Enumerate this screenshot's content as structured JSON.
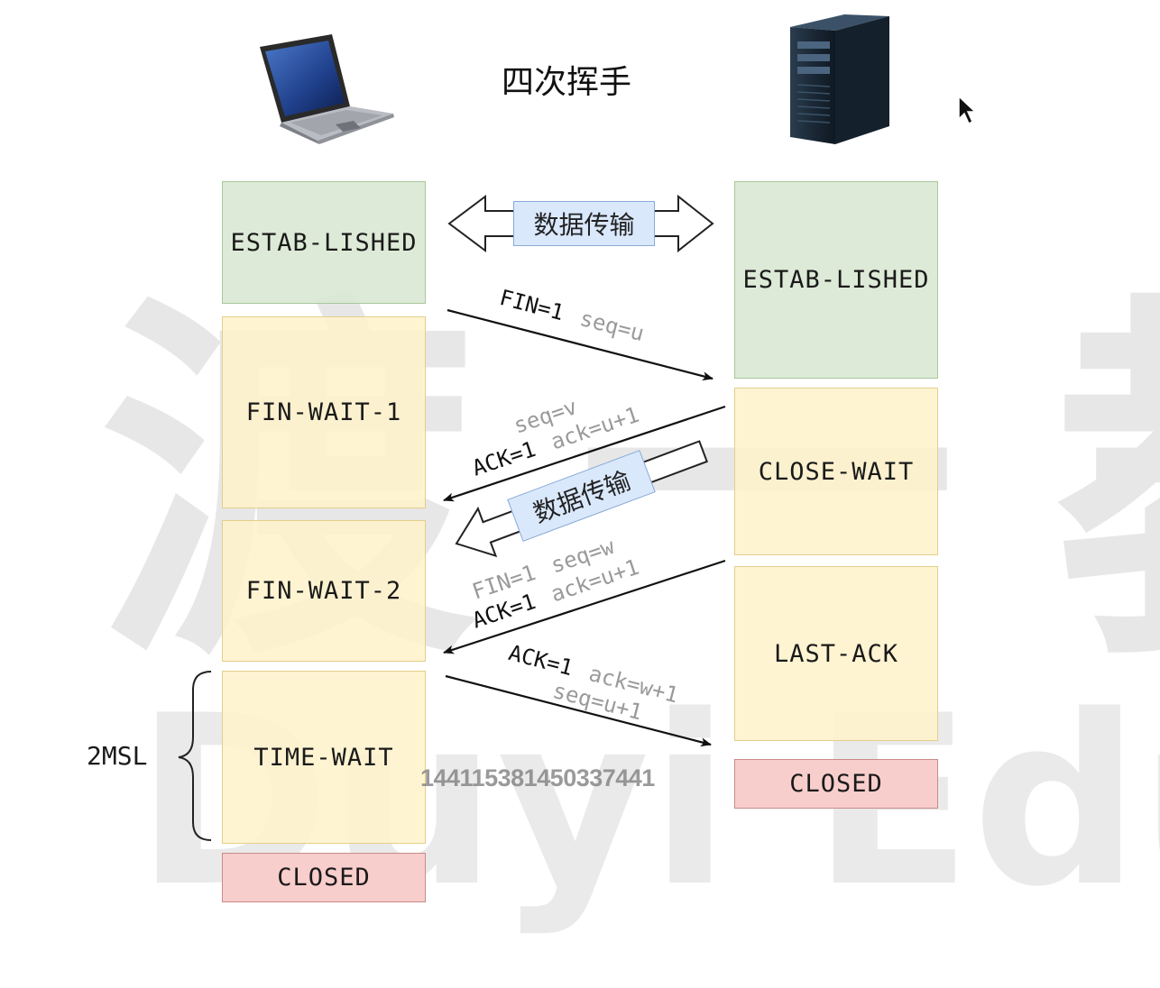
{
  "title": "四次挥手",
  "client": {
    "states": [
      {
        "label": "ESTAB-LISHED"
      },
      {
        "label": "FIN-WAIT-1"
      },
      {
        "label": "FIN-WAIT-2"
      },
      {
        "label": "TIME-WAIT"
      },
      {
        "label": "CLOSED"
      }
    ]
  },
  "server": {
    "states": [
      {
        "label": "ESTAB-LISHED"
      },
      {
        "label": "CLOSE-WAIT"
      },
      {
        "label": "LAST-ACK"
      },
      {
        "label": "CLOSED"
      }
    ]
  },
  "data_transfer_label_top": "数据传输",
  "data_transfer_label_mid": "数据传输",
  "messages": {
    "fin1": {
      "flag": "FIN=1",
      "seq": "seq=u"
    },
    "ack1": {
      "seq": "seq=v",
      "flag": "ACK=1",
      "ack": "ack=u+1"
    },
    "fin2": {
      "flag1": "FIN=1",
      "seq": "seq=w",
      "flag2": "ACK=1",
      "ack": "ack=u+1"
    },
    "ack2": {
      "flag": "ACK=1",
      "ack": "ack=w+1",
      "seq": "seq=u+1"
    }
  },
  "msl_label": "2MSL",
  "overlay_number": "144115381450337441",
  "watermark": {
    "chinese": "渡一教",
    "english": "Duyi Educ"
  }
}
